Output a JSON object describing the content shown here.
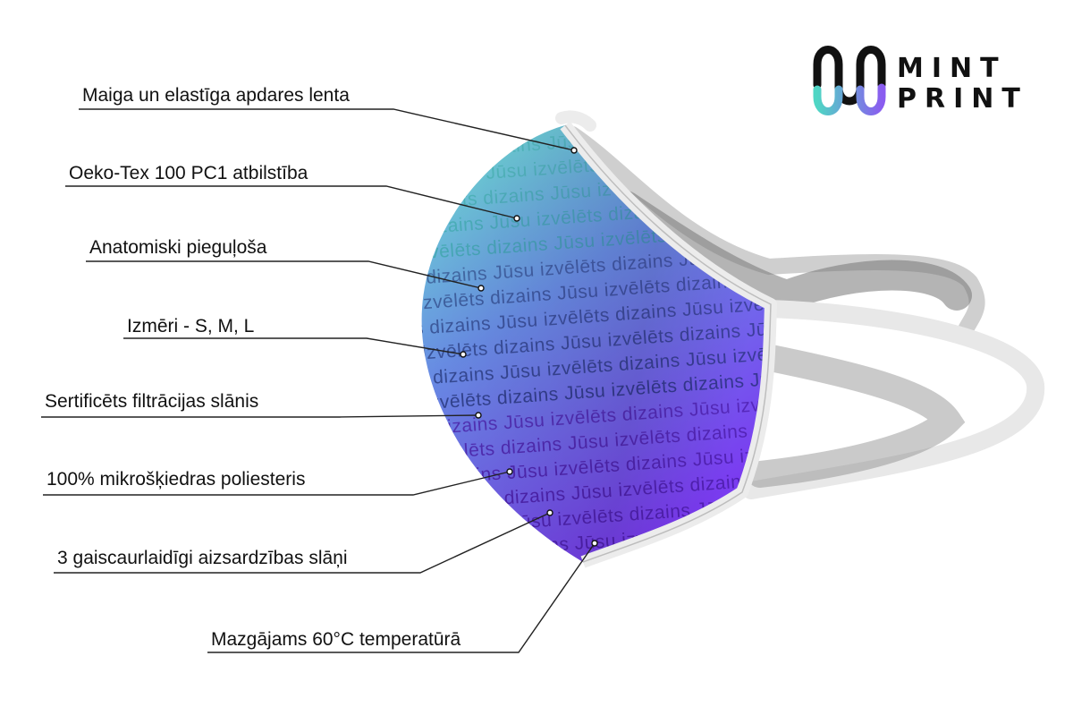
{
  "brand": {
    "line1": "MINT",
    "line2": "PRINT",
    "colors": {
      "teal": "#4fd6c4",
      "violet": "#8a5cf0",
      "ink": "#111111"
    }
  },
  "mask": {
    "pattern_text": "Jūsu izvēlēts dizains",
    "gradient": {
      "top": "#6ee8cf",
      "middle": "#6a8ee8",
      "bottom": "#7a3cf0"
    },
    "trim_color": "#e9e9e9"
  },
  "callouts": [
    "Maiga un elastīga apdares lenta",
    "Oeko-Tex 100 PC1 atbilstība",
    "Anatomiski pieguļoša",
    "Izmēri - S, M, L",
    "Sertificēts filtrācijas slānis",
    "100% mikrošķiedras poliesteris",
    "3 gaiscaurlaidīgi aizsardzības slāņi",
    "Mazgājams 60°C temperatūrā"
  ]
}
